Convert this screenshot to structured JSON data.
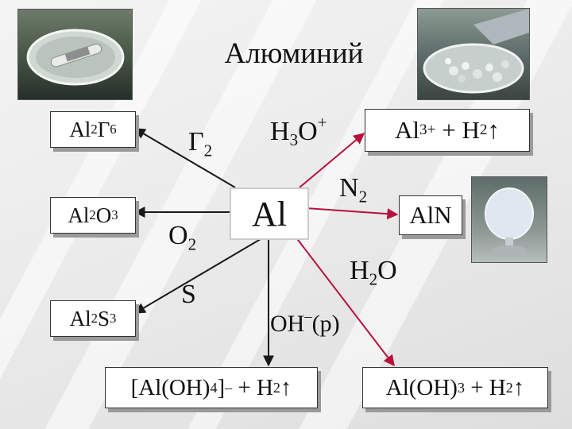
{
  "title": "Алюминий",
  "center": "Al",
  "boxes": {
    "al2g6": {
      "a": "Al",
      "s1": "2",
      "b": "Г",
      "s2": "6"
    },
    "al2o3": {
      "a": "Al",
      "s1": "2",
      "b": "O",
      "s2": "3"
    },
    "al2s3": {
      "a": "Al",
      "s1": "2",
      "b": "S",
      "s2": "3"
    },
    "al3": {
      "a": "Al",
      "sup": "3+",
      "b": " + H",
      "s2": "2",
      "arrow": "↑"
    },
    "aln": {
      "text": "AlN"
    },
    "aloh4": {
      "a": "[Al(OH)",
      "s1": "4",
      "b": "]",
      "sup": "–",
      "c": " + H",
      "s2": "2",
      "arrow": "↑"
    },
    "aloh3": {
      "a": "Al(OH)",
      "s1": "3",
      "b": " + H",
      "s2": "2",
      "arrow": "↑"
    }
  },
  "reagents": {
    "g2": {
      "a": "Г",
      "s": "2"
    },
    "o2": {
      "a": "O",
      "s": "2"
    },
    "s": {
      "a": "S"
    },
    "h3o": {
      "a": "H",
      "s": "3",
      "b": "O",
      "sup": "+"
    },
    "n2": {
      "a": "N",
      "s": "2"
    },
    "h2o": {
      "a": "H",
      "s": "2",
      "b": "O"
    },
    "oh": {
      "a": "OH",
      "sup": "–",
      "b": "(p)"
    }
  },
  "colors": {
    "arrow_left": "#1a1a1a",
    "arrow_right": "#b5123c",
    "arrow_down": "#1a1a1a",
    "box_shadow": "#9a9a9a"
  },
  "icons": [
    "test-tube-photo",
    "aluminum-granules-photo",
    "aln-flask-photo"
  ]
}
